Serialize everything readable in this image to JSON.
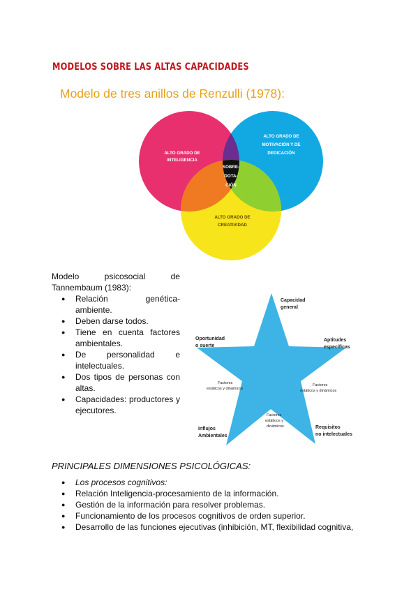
{
  "document": {
    "title": "MODELOS SOBRE LAS ALTAS CAPACIDADES",
    "renzulli": {
      "title": "Modelo de tres anillos de Renzulli (1978):",
      "circle_intelligence": [
        "ALTO GRADO DE",
        "INTELIGENCIA"
      ],
      "circle_motivation": [
        "ALTO GRADO DE",
        "MOTIVACIÓN Y DE",
        "DEDICACIÓN"
      ],
      "circle_creativity": [
        "ALTO GRADO DE",
        "CREATIVIDAD"
      ],
      "center": [
        "SOBRE-",
        "DOTA-",
        "CIÓN"
      ],
      "colors": {
        "intelligence": "#e8306f",
        "motivation": "#12a9e3",
        "creativity": "#f7e41b"
      }
    },
    "tannenbaum": {
      "intro_words": [
        "Modelo",
        "psicosocial",
        "de"
      ],
      "intro_line2": "Tannembaum (1983):",
      "items": [
        "Relación genética-ambiente.",
        "Deben darse todos.",
        "Tiene en cuenta factores ambientales.",
        "De personalidad e intelectuales.",
        "Dos tipos de personas con altas.",
        "Capacidades: productores y ejecutores."
      ]
    },
    "star": {
      "color": "#3db4e5",
      "top": [
        "Capacidad",
        "general"
      ],
      "right": [
        "Aptitudes",
        "específicas"
      ],
      "left": [
        "Oportunidad",
        "o suerte"
      ],
      "bottom_left": [
        "Influjos",
        "Ambientales"
      ],
      "bottom_right": [
        "Requisitos",
        "no intelectuales"
      ],
      "inner_left": [
        "Factores",
        "estáticos y dinámicos"
      ],
      "inner_right": [
        "Factores",
        "estáticos y dinámicos"
      ],
      "inner_bottom": [
        "Factores",
        "estáticos y",
        "dinámicos"
      ]
    },
    "dimensions": {
      "heading": "PRINCIPALES DIMENSIONES PSICOLÓGICAS:",
      "items": [
        "Los procesos cognitivos:",
        "Relación Inteligencia-procesamiento de la información.",
        "Gestión de la información para resolver problemas.",
        "Funcionamiento de los procesos cognitivos de orden superior.",
        "Desarrollo de las funciones ejecutivas (inhibición, MT, flexibilidad cognitiva,"
      ]
    }
  }
}
